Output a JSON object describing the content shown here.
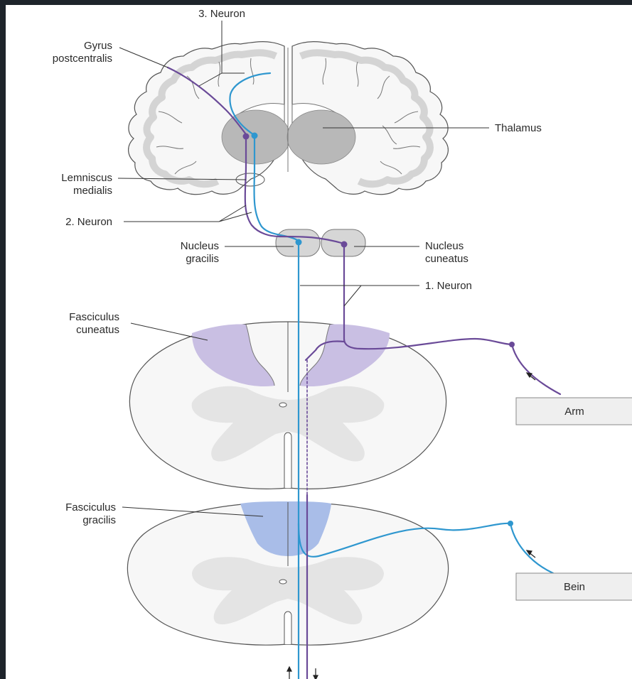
{
  "labels": {
    "neuron3": "3. Neuron",
    "gyrus_line1": "Gyrus",
    "gyrus_line2": "postcentralis",
    "thalamus": "Thalamus",
    "lemniscus_line1": "Lemniscus",
    "lemniscus_line2": "medialis",
    "neuron2": "2. Neuron",
    "nucleus_gracilis_line1": "Nucleus",
    "nucleus_gracilis_line2": "gracilis",
    "nucleus_cuneatus_line1": "Nucleus",
    "nucleus_cuneatus_line2": "cuneatus",
    "neuron1": "1. Neuron",
    "fasciculus_cuneatus_line1": "Fasciculus",
    "fasciculus_cuneatus_line2": "cuneatus",
    "fasciculus_gracilis_line1": "Fasciculus",
    "fasciculus_gracilis_line2": "gracilis"
  },
  "boxes": {
    "arm": "Arm",
    "bein": "Bein"
  },
  "colors": {
    "background_outer": "#1e242b",
    "pathway_arm": "#6a4a98",
    "pathway_leg": "#2f97cf",
    "fasciculus_cuneatus_fill": "#c9bfe3",
    "fasciculus_gracilis_fill": "#a9bde8",
    "gray_matter": "#e4e4e4",
    "thalamus_fill": "#b8b8b8",
    "nucleus_fill": "#d6d6d6",
    "box_fill": "#efefef"
  }
}
